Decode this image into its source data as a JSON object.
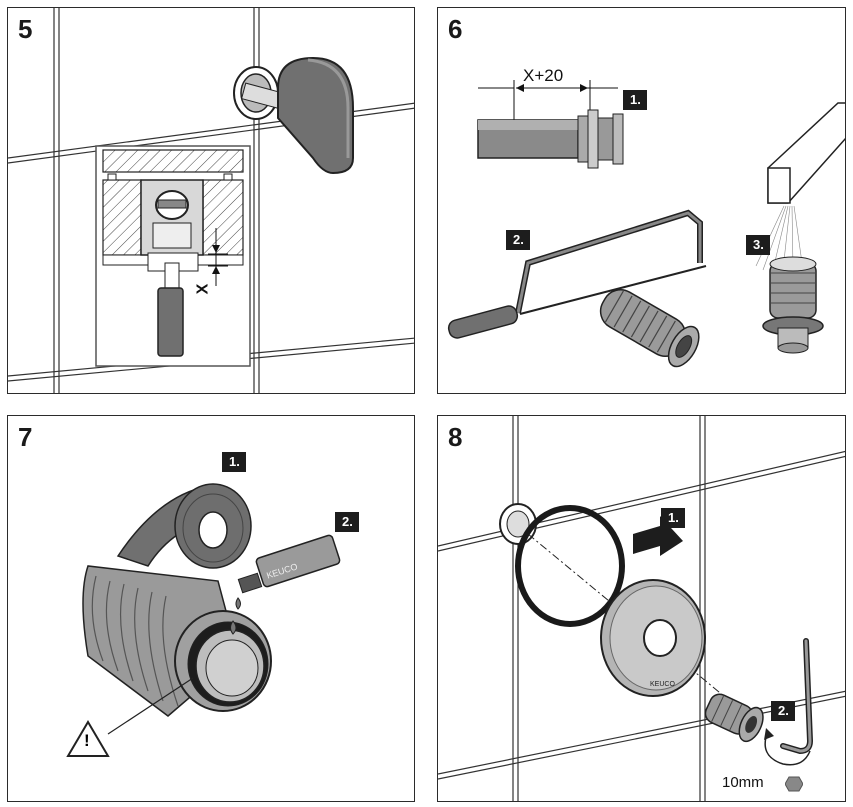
{
  "steps": [
    {
      "number": "5",
      "dimension_label": "X"
    },
    {
      "number": "6",
      "dimension_label": "X+20",
      "substeps": [
        "1.",
        "2.",
        "3."
      ]
    },
    {
      "number": "7",
      "substeps": [
        "1.",
        "2."
      ],
      "tube_brand": "KEUCO",
      "warning_symbol": "!"
    },
    {
      "number": "8",
      "substeps": [
        "1.",
        "2."
      ],
      "rosette_brand": "KEUCO",
      "tool_size": "10mm"
    }
  ],
  "icons": [
    "warning-triangle-icon",
    "hexagon-icon",
    "rotation-arrow-icon",
    "push-arrow-icon"
  ],
  "colors": {
    "line": "#1a1a1a",
    "fill_dark": "#6e6e6e",
    "fill_mid": "#9a9a9a",
    "fill_light": "#c8c8c8",
    "badge": "#1d1d1d"
  }
}
